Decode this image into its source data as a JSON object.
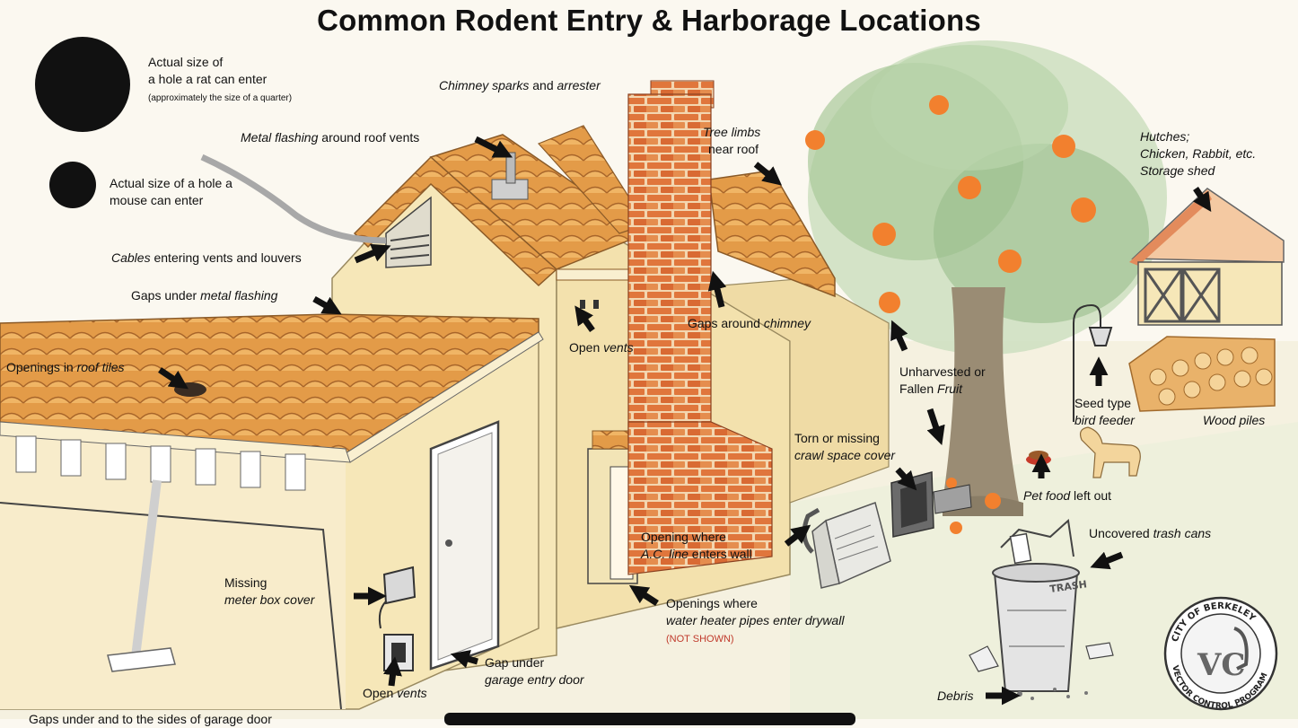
{
  "title": "Common Rodent Entry & Harborage Locations",
  "legend": {
    "rat_line1": "Actual size of",
    "rat_line2": "a hole a rat can enter",
    "rat_note": "(approximately the size of a quarter)",
    "mouse_line1": "Actual size of a hole a",
    "mouse_line2": "mouse can enter"
  },
  "labels": {
    "chimney_sparks_em": "Chimney sparks",
    "chimney_sparks_and": " and ",
    "chimney_arrester_em": "arrester",
    "metal_flashing_em": "Metal flashing",
    "metal_flashing_rest": " around roof vents",
    "cables_em": "Cables",
    "cables_rest": " entering vents and louvers",
    "gaps_under_pre": "Gaps under ",
    "gaps_under_em": "metal flashing",
    "roof_tiles_pre": "Openings in ",
    "roof_tiles_em": "roof tiles",
    "tree_limbs_line1": "Tree limbs",
    "tree_limbs_line2": "near roof",
    "gaps_chimney_pre": "Gaps around ",
    "gaps_chimney_em": "chimney",
    "open_vents_top_pre": "Open ",
    "open_vents_top_em": "vents",
    "fruit_line1": "Unharvested or",
    "fruit_line2_pre": "Fallen ",
    "fruit_line2_em": "Fruit",
    "hutches_line1": "Hutches;",
    "hutches_line2": "Chicken, Rabbit, etc.",
    "hutches_line3": "Storage shed",
    "bird_feeder_line1": "Seed type",
    "bird_feeder_line2": "bird feeder",
    "wood_piles": "Wood piles",
    "crawl_line1": "Torn or missing",
    "crawl_line2": "crawl space cover",
    "pet_food_em": "Pet food",
    "pet_food_rest": " left out",
    "trash_pre": "Uncovered ",
    "trash_em": "trash cans",
    "ac_line1": "Opening where",
    "ac_line2_em": "A.C. line",
    "ac_line2_rest": " enters wall",
    "meter_line1": "Missing",
    "meter_line2": "meter box cover",
    "water_line1": "Openings where",
    "water_line2": "water heater pipes enter drywall",
    "water_note": "(NOT SHOWN)",
    "garage_gap_line1": "Gap under",
    "garage_gap_line2": "garage entry door",
    "open_vents_bottom_pre": "Open ",
    "open_vents_bottom_em": "vents",
    "debris": "Debris",
    "garage_sides": "Gaps under and to the sides of garage door"
  },
  "trash_can_text": "TRASH",
  "seal": {
    "top_text": "CITY OF BERKELEY",
    "bottom_text": "VECTOR CONTROL PROGRAM",
    "initials": "VC"
  },
  "colors": {
    "wall": "#f6e7b8",
    "roof": "#e8a04a",
    "brick": "#e0763c",
    "fruit": "#f2802e",
    "tree": "#9cc08f",
    "arrow": "#111111"
  }
}
